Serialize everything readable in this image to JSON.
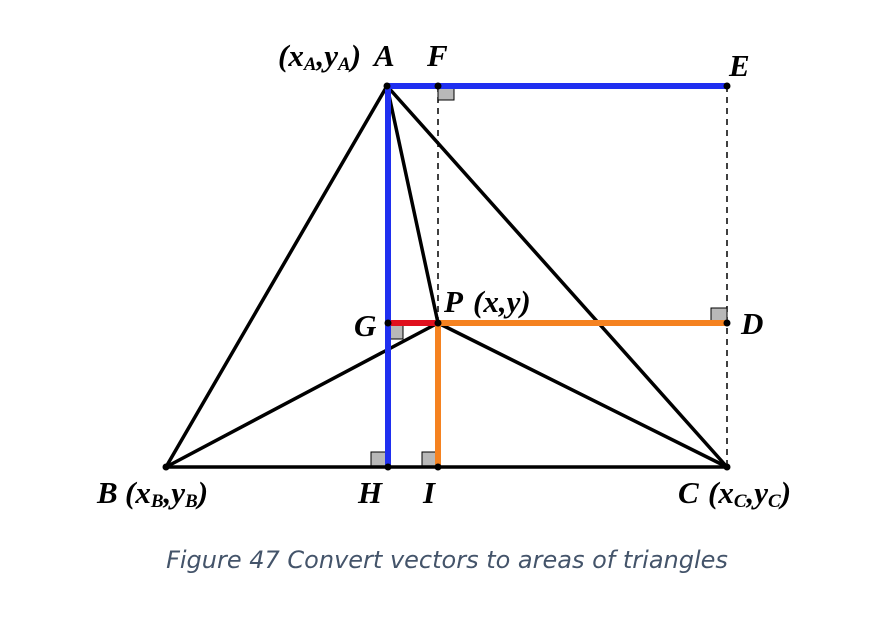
{
  "labels": {
    "A": "A",
    "A_coord": [
      "(x",
      "A",
      ",y",
      "A",
      ")"
    ],
    "F": "F",
    "E": "E",
    "G": "G",
    "P_name": "P",
    "P_coord": "(x,y)",
    "D": "D",
    "B": "B",
    "B_coord": [
      "(x",
      "B",
      ",y",
      "B",
      ")"
    ],
    "H": "H",
    "I": "I",
    "C": "C",
    "C_coord": [
      "(x",
      "C",
      ",y",
      "C",
      ")"
    ]
  },
  "colors": {
    "triangle_lines": "#000000",
    "blue_segments": "#1f2ff0",
    "orange_segments": "#f58220",
    "red_segment": "#e0101e",
    "right_angle_marker": "#b8b8b8",
    "caption": "#44546a"
  },
  "caption": "Figure 47 Convert vectors to areas of triangles"
}
